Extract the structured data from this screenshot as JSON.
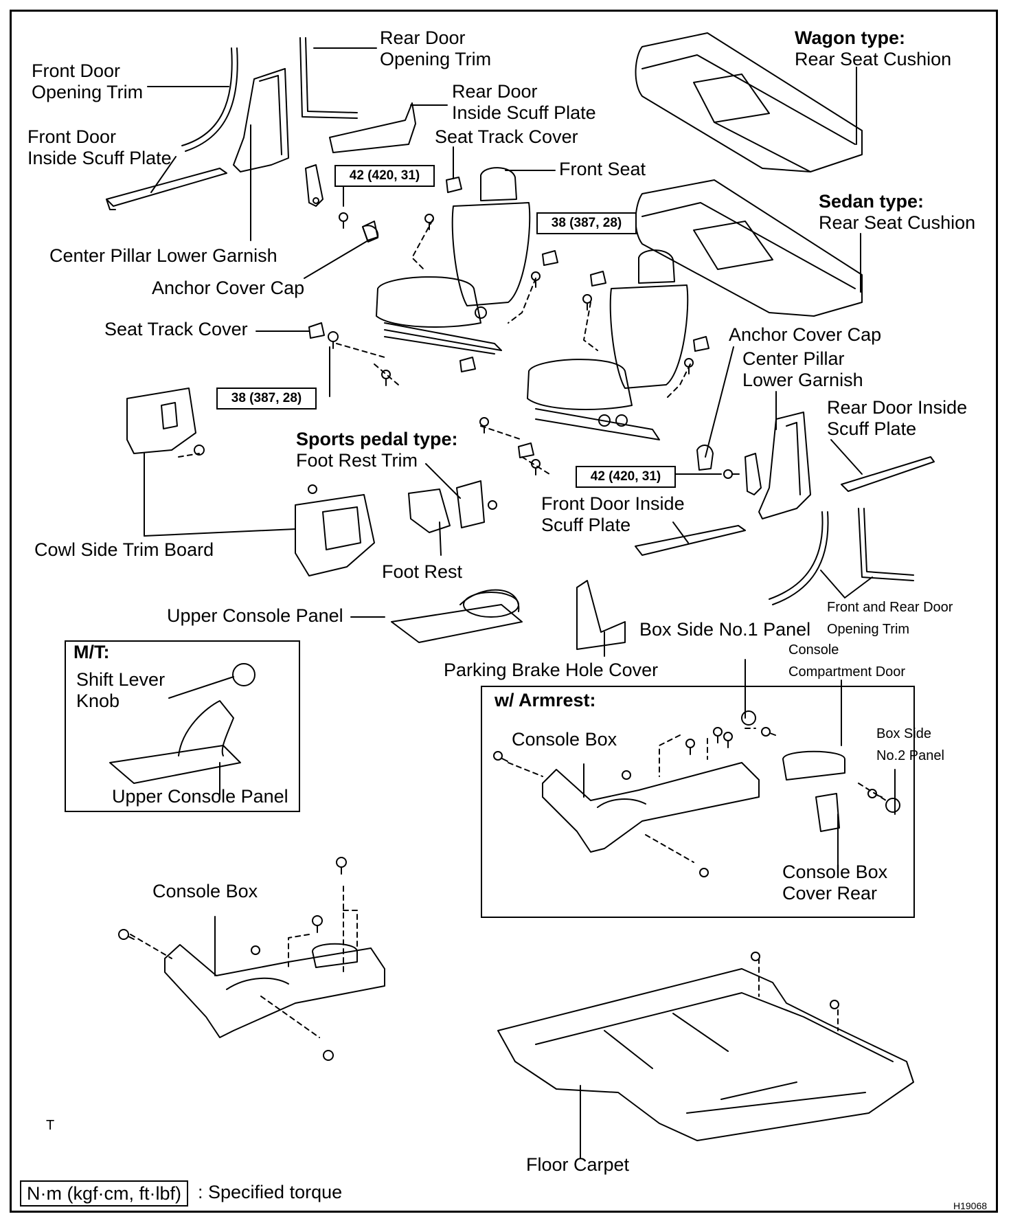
{
  "labels": {
    "front_door_opening_trim": "Front Door\nOpening Trim",
    "rear_door_opening_trim": "Rear Door\nOpening Trim",
    "rear_door_inside_scuff_plate_top": "Rear Door\nInside Scuff Plate",
    "front_door_inside_scuff_plate_left": "Front Door\nInside Scuff Plate",
    "seat_track_cover_top": "Seat Track Cover",
    "front_seat": "Front Seat",
    "center_pillar_lower_garnish_left": "Center Pillar Lower Garnish",
    "anchor_cover_cap_left": "Anchor Cover Cap",
    "seat_track_cover_left": "Seat Track Cover",
    "wagon_type_title": "Wagon type:",
    "wagon_rear_seat_cushion": "Rear Seat Cushion",
    "sedan_type_title": "Sedan type:",
    "sedan_rear_seat_cushion": "Rear Seat Cushion",
    "anchor_cover_cap_right": "Anchor Cover Cap",
    "center_pillar_lower_garnish_right": "Center Pillar\nLower Garnish",
    "rear_door_inside_scuff_plate_right": "Rear Door Inside\nScuff Plate",
    "sports_pedal_type_title": "Sports pedal type:",
    "foot_rest_trim": "Foot Rest Trim",
    "front_door_inside_scuff_plate_right": "Front Door Inside\nScuff Plate",
    "cowl_side_trim_board": "Cowl Side Trim Board",
    "foot_rest": "Foot Rest",
    "upper_console_panel": "Upper Console Panel",
    "front_and_rear_door_opening_trim": "Front and Rear Door\nOpening Trim",
    "box_side_no1_panel": "Box Side No.1 Panel",
    "parking_brake_hole_cover": "Parking Brake Hole Cover",
    "console_compartment_door": "Console\nCompartment Door",
    "mt_title": "M/T:",
    "shift_lever_knob": "Shift Lever\nKnob",
    "upper_console_panel_mt": "Upper Console Panel",
    "w_armrest_title": "w/ Armrest:",
    "console_box_armrest": "Console Box",
    "box_side_no2_panel": "Box Side\nNo.2 Panel",
    "console_box_cover_rear": "Console Box\nCover Rear",
    "console_box": "Console Box",
    "floor_carpet": "Floor Carpet",
    "t_mark": "T",
    "drawing_code": "H19068"
  },
  "torque": {
    "t1": "42 (420, 31)",
    "t2": "38 (387, 28)",
    "t3": "38 (387, 28)",
    "t4": "42 (420, 31)"
  },
  "legend": {
    "unit_box": "N·m (kgf·cm, ft·lbf)",
    "text": ": Specified torque"
  }
}
